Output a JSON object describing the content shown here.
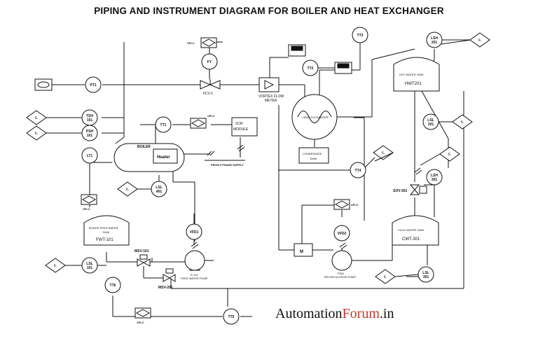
{
  "title": "PIPING AND INSTRUMENT DIAGRAM FOR BOILER AND HEAT EXCHANGER",
  "brand": {
    "part1": "Automation",
    "part2": "Forum",
    "part3": ".in",
    "accent_color": "#c0392b"
  },
  "instruments": {
    "pt1": "PT1",
    "fy": "FY",
    "tt3": "TT3",
    "tt2": "TT2",
    "tt1": "TT1",
    "tsh": "TSH\n101",
    "psh": "PSH\n101",
    "lt1": "LT1",
    "lsl401": "LSL\n401",
    "vfd1": "VFD1",
    "vfd2": "VFD2",
    "lsl101": "LSL\n101",
    "tt5": "TT5",
    "tt4": "TT4",
    "tt6": "TT6",
    "lsh201": "LSH\n201",
    "lsl201": "LSL\n201",
    "lsh301": "LSH\n301",
    "lsl301": "LSL\n301"
  },
  "il_labels": [
    "IL",
    "IL",
    "IL",
    "IL",
    "IL",
    "IL",
    "IL",
    "IL",
    "IL",
    "IL"
  ],
  "labels": {
    "vplc": "VPLC",
    "fcv": "FCV-1",
    "vortex": "VORTEX FLOW\nMETER",
    "heat_exchanger": "HEAT EXCHANGER",
    "boiler": "BOILER",
    "heater": "Heater",
    "scr": "SCR\nMODULE",
    "supply": "FROM 3 PHASE SUPPLY",
    "condensate": "CONDENSATE\nTANK",
    "hot_tank": "HOT WATER TANK",
    "hwt": "HWT201",
    "sov": "SOV-301",
    "cold_tank": "COLD WATER TANK",
    "cwt": "CWT-301",
    "feed_tank": "BOILER FEED WATER\nTANK",
    "fwt": "FWT-101",
    "msv101": "MSV-101",
    "msv201": "MSV-201",
    "pump1": "P-101\nFEED WATER PUMP",
    "pump2": "P301\nRECIRCULATION PUMP",
    "motor": "M"
  }
}
